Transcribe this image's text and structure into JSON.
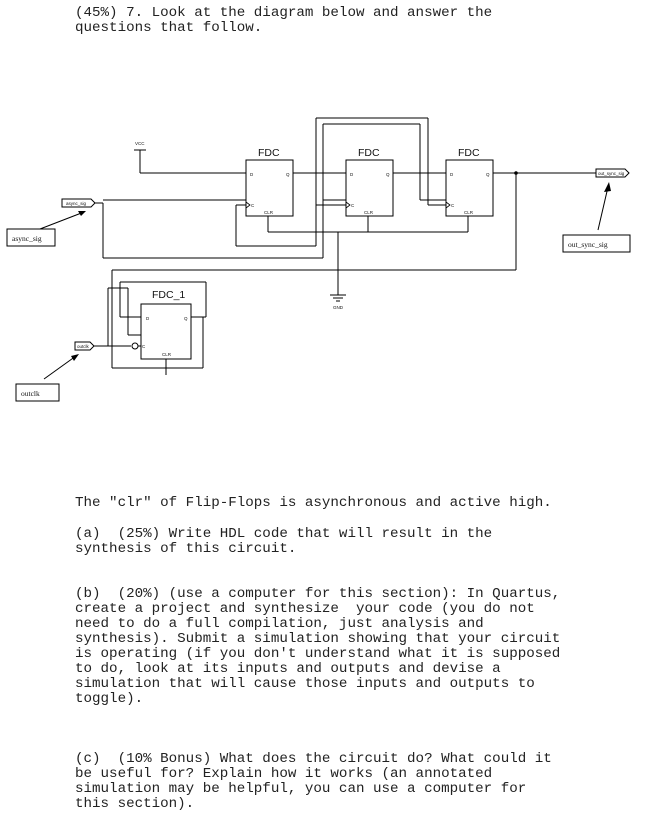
{
  "header": {
    "line1": "(45%) 7. Look at the diagram below and answer the",
    "line2": "questions that follow."
  },
  "diagram": {
    "ffs": [
      {
        "title": "FDC",
        "d": "D",
        "q": "Q",
        "c": "C",
        "clr": "CLR"
      },
      {
        "title": "FDC",
        "d": "D",
        "q": "Q",
        "c": "C",
        "clr": "CLR"
      },
      {
        "title": "FDC",
        "d": "D",
        "q": "Q",
        "c": "C",
        "clr": "CLR"
      },
      {
        "title": "FDC_1",
        "d": "D",
        "q": "Q",
        "c": "C",
        "clr": "CLR"
      }
    ],
    "vcc": "VCC",
    "gnd": "GND",
    "async_port": "async_sig",
    "outclk_port": "outclk",
    "out_port": "out_sync_sig",
    "callout_async": "async_sig",
    "callout_outclk": "outclk",
    "callout_out": "out_sync_sig"
  },
  "text": {
    "clr_note": "The \"clr\" of Flip-Flops is asynchronous and active high.",
    "a1": "(a)  (25%) Write HDL code that will result in the",
    "a2": "synthesis of this circuit.",
    "b1": "(b)  (20%) (use a computer for this section): In Quartus,",
    "b2": "create a project and synthesize  your code (you do not",
    "b3": "need to do a full compilation, just analysis and",
    "b4": "synthesis). Submit a simulation showing that your circuit",
    "b5": "is operating (if you don't understand what it is supposed",
    "b6": "to do, look at its inputs and outputs and devise a",
    "b7": "simulation that will cause those inputs and outputs to",
    "b8": "toggle).",
    "c1": "(c)  (10% Bonus) What does the circuit do? What could it",
    "c2": "be useful for? Explain how it works (an annotated",
    "c3": "simulation may be helpful, you can use a computer for",
    "c4": "this section)."
  }
}
